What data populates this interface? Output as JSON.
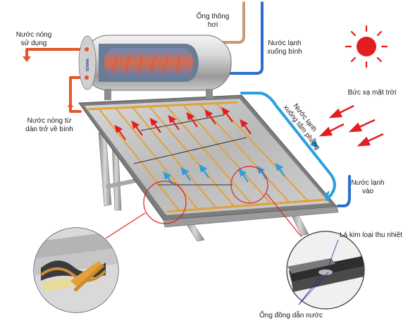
{
  "labels": {
    "hot_out_line1": "Nước nóng",
    "hot_out_line2": "sử dụng",
    "vent_line1": "Ống thông",
    "vent_line2": "hơi",
    "cold_down_line1": "Nước lạnh",
    "cold_down_line2": "xuống bình",
    "sun_radiation": "Bức xạ mặt trời",
    "cold_panel_line1": "Nước lạnh",
    "cold_panel_line2": "xuống tấm phẳng",
    "hot_in_line1": "Nước nóng từ",
    "hot_in_line2": "dàn trở về bình",
    "cold_in_line1": "Nước lạnh",
    "cold_in_line2": "vào",
    "absorber_fin": "Lá kim loại thu nhiệt",
    "copper_tube": "Ống đồng dẫn nước",
    "brand": "SONHA"
  },
  "colors": {
    "hot": "#e8532a",
    "cold": "#2a6fc9",
    "cold_light": "#2aa0e0",
    "vent": "#c49a78",
    "sun": "#e41e1e",
    "callout": "#e02020",
    "copper": "#e3a13a"
  }
}
